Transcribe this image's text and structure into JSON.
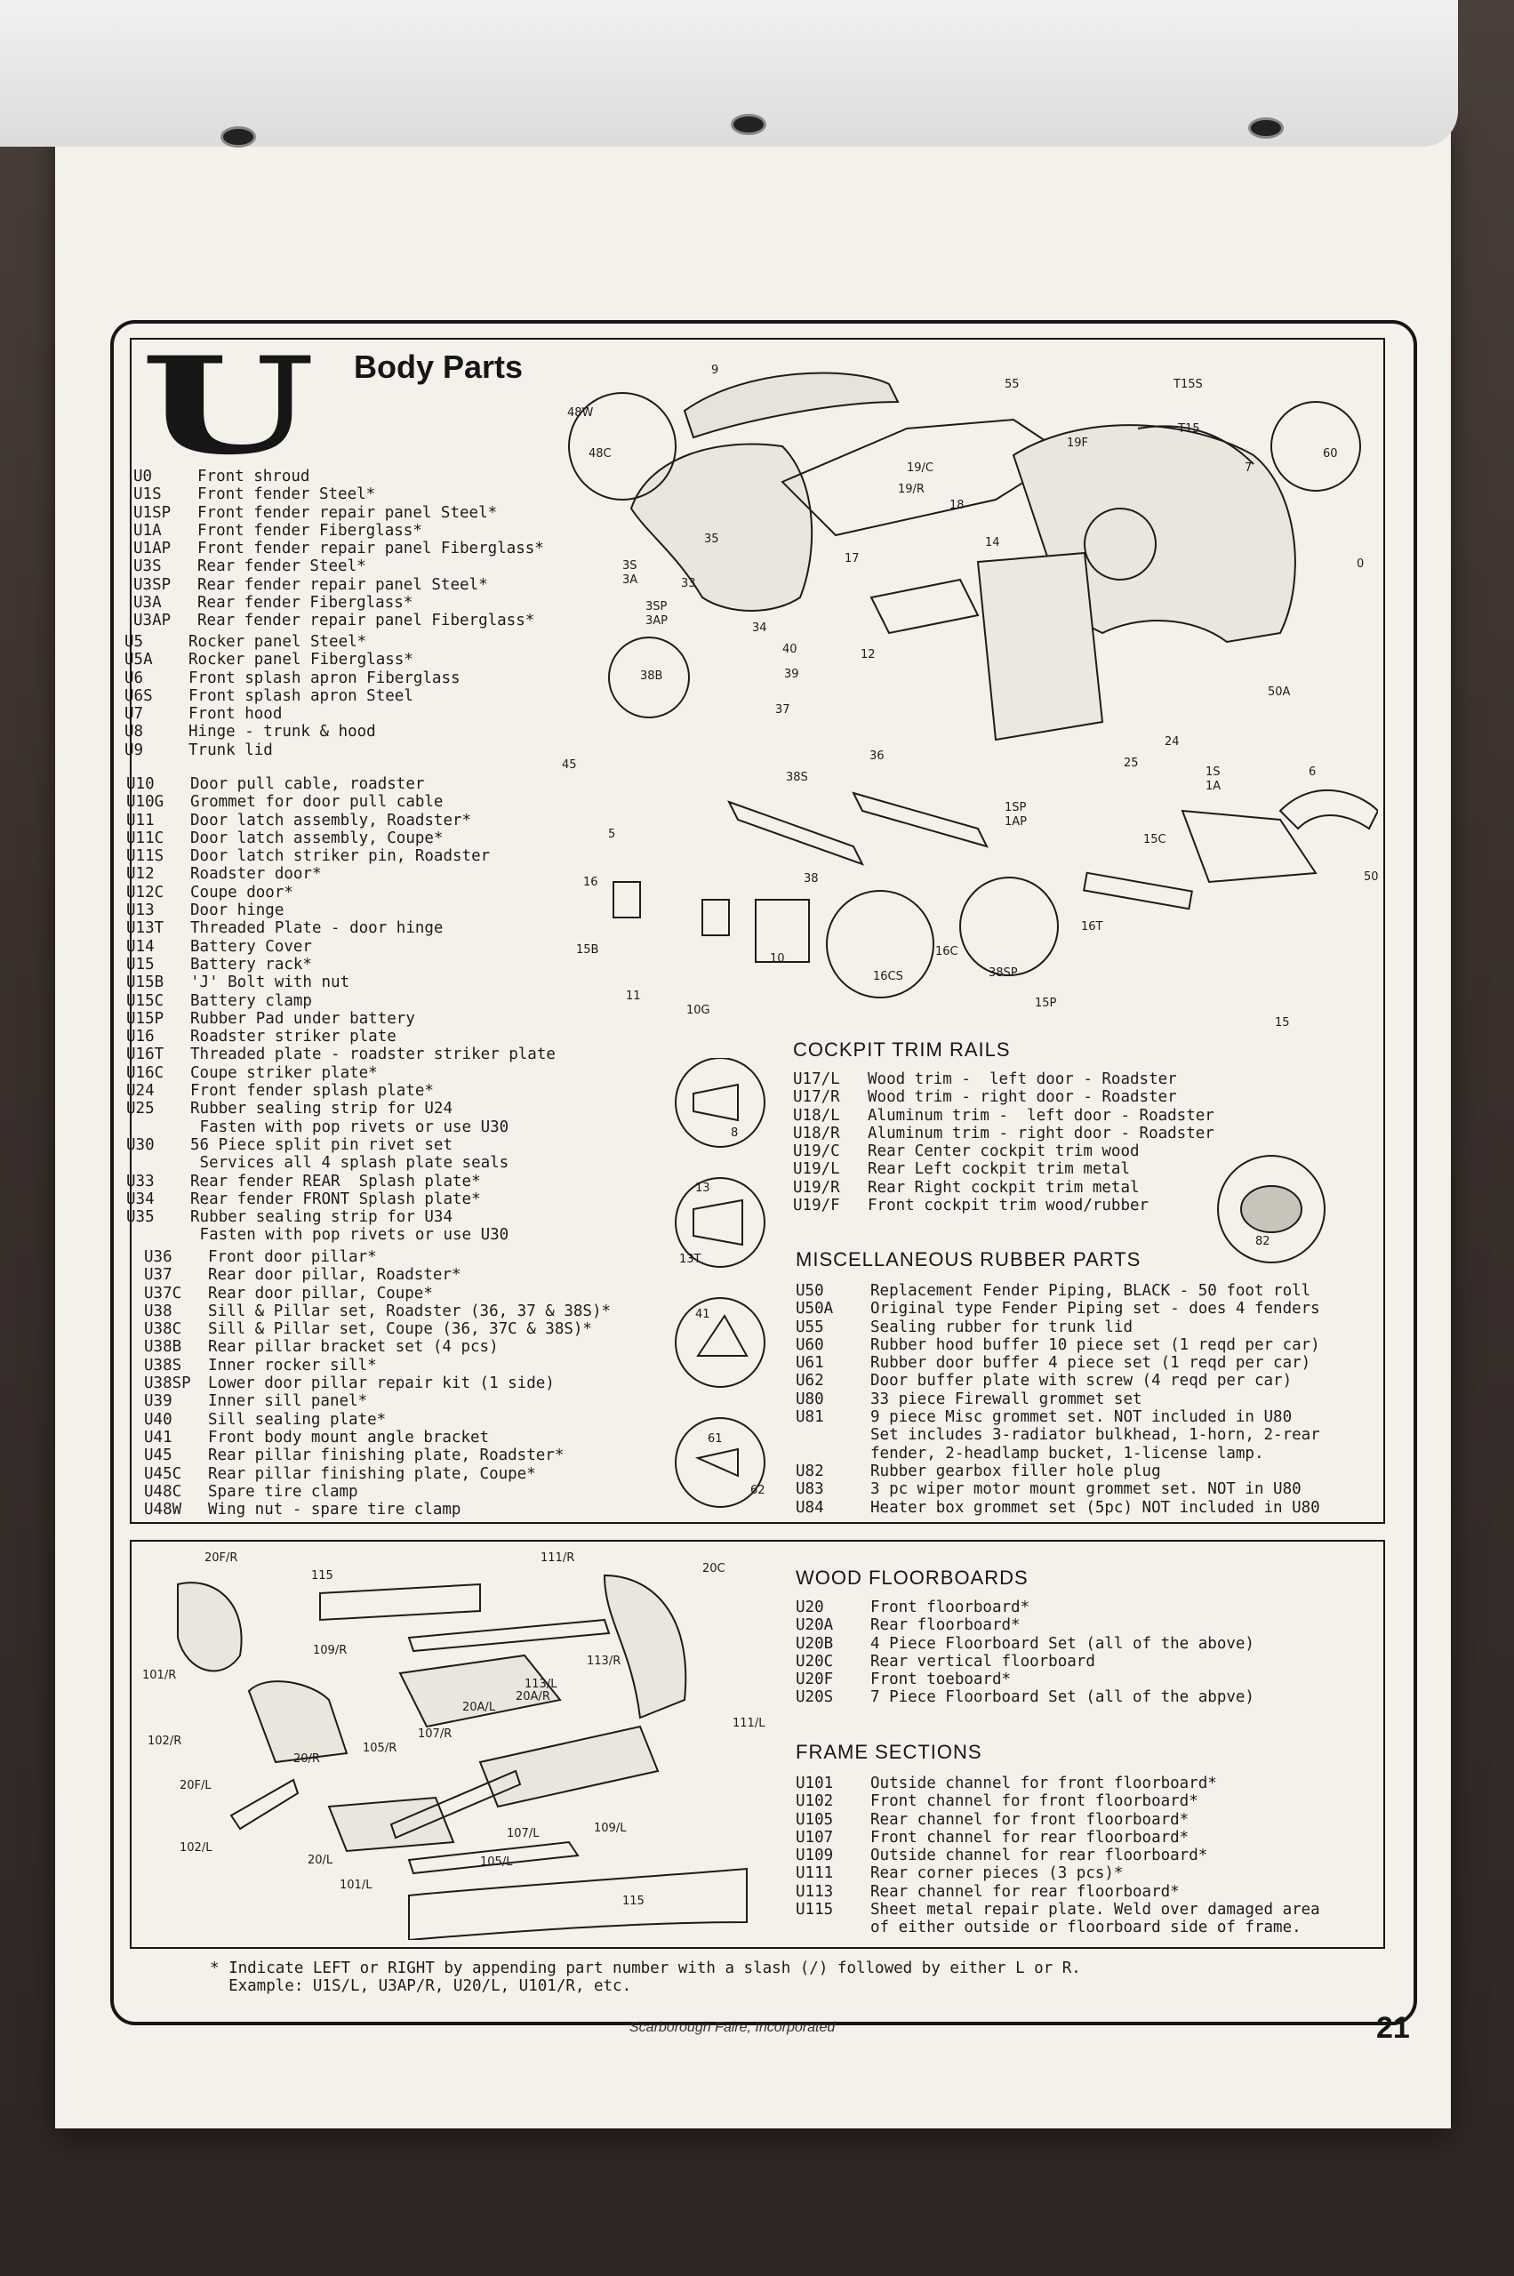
{
  "header": {
    "section_letter": "U",
    "title": "Body Parts"
  },
  "list1": [
    {
      "code": "U0",
      "desc": "Front shroud"
    },
    {
      "code": "U1S",
      "desc": "Front fender Steel*"
    },
    {
      "code": "U1SP",
      "desc": "Front fender repair panel Steel*"
    },
    {
      "code": "U1A",
      "desc": "Front fender Fiberglass*"
    },
    {
      "code": "U1AP",
      "desc": "Front fender repair panel Fiberglass*"
    },
    {
      "code": "U3S",
      "desc": "Rear fender Steel*"
    },
    {
      "code": "U3SP",
      "desc": "Rear fender repair panel Steel*"
    },
    {
      "code": "U3A",
      "desc": "Rear fender Fiberglass*"
    },
    {
      "code": "U3AP",
      "desc": "Rear fender repair panel Fiberglass*"
    }
  ],
  "list2": [
    {
      "code": "U5",
      "desc": "Rocker panel Steel*"
    },
    {
      "code": "U5A",
      "desc": "Rocker panel Fiberglass*"
    },
    {
      "code": "U6",
      "desc": "Front splash apron Fiberglass"
    },
    {
      "code": "U6S",
      "desc": "Front splash apron Steel"
    },
    {
      "code": "U7",
      "desc": "Front hood"
    },
    {
      "code": "U8",
      "desc": "Hinge - trunk & hood"
    },
    {
      "code": "U9",
      "desc": "Trunk lid"
    }
  ],
  "list3": [
    {
      "code": "U10",
      "desc": "Door pull cable, roadster"
    },
    {
      "code": "U10G",
      "desc": "Grommet for door pull cable"
    },
    {
      "code": "U11",
      "desc": "Door latch assembly, Roadster*"
    },
    {
      "code": "U11C",
      "desc": "Door latch assembly, Coupe*"
    },
    {
      "code": "U11S",
      "desc": "Door latch striker pin, Roadster"
    },
    {
      "code": "U12",
      "desc": "Roadster door*"
    },
    {
      "code": "U12C",
      "desc": "Coupe door*"
    },
    {
      "code": "U13",
      "desc": "Door hinge"
    },
    {
      "code": "U13T",
      "desc": "Threaded Plate - door hinge"
    },
    {
      "code": "U14",
      "desc": "Battery Cover"
    },
    {
      "code": "U15",
      "desc": "Battery rack*"
    },
    {
      "code": "U15B",
      "desc": "'J' Bolt with nut"
    },
    {
      "code": "U15C",
      "desc": "Battery clamp"
    },
    {
      "code": "U15P",
      "desc": "Rubber Pad under battery"
    },
    {
      "code": "U16",
      "desc": "Roadster striker plate"
    },
    {
      "code": "U16T",
      "desc": "Threaded plate - roadster striker plate"
    },
    {
      "code": "U16C",
      "desc": "Coupe striker plate*"
    },
    {
      "code": "U24",
      "desc": "Front fender splash plate*"
    },
    {
      "code": "U25",
      "desc": "Rubber sealing strip for U24"
    },
    {
      "code": "",
      "desc": " Fasten with pop rivets or use U30"
    },
    {
      "code": "U30",
      "desc": "56 Piece split pin rivet set"
    },
    {
      "code": "",
      "desc": " Services all 4 splash plate seals"
    },
    {
      "code": "U33",
      "desc": "Rear fender REAR  Splash plate*"
    },
    {
      "code": "U34",
      "desc": "Rear fender FRONT Splash plate*"
    },
    {
      "code": "U35",
      "desc": "Rubber sealing strip for U34"
    },
    {
      "code": "",
      "desc": " Fasten with pop rivets or use U30"
    }
  ],
  "list4": [
    {
      "code": "U36",
      "desc": "Front door pillar*"
    },
    {
      "code": "U37",
      "desc": "Rear door pillar, Roadster*"
    },
    {
      "code": "U37C",
      "desc": "Rear door pillar, Coupe*"
    },
    {
      "code": "U38",
      "desc": "Sill & Pillar set, Roadster (36, 37 & 38S)*"
    },
    {
      "code": "U38C",
      "desc": "Sill & Pillar set, Coupe (36, 37C & 38S)*"
    },
    {
      "code": "U38B",
      "desc": "Rear pillar bracket set (4 pcs)"
    },
    {
      "code": "U38S",
      "desc": "Inner rocker sill*"
    },
    {
      "code": "U38SP",
      "desc": "Lower door pillar repair kit (1 side)"
    },
    {
      "code": "U39",
      "desc": "Inner sill panel*"
    },
    {
      "code": "U40",
      "desc": "Sill sealing plate*"
    },
    {
      "code": "U41",
      "desc": "Front body mount angle bracket"
    },
    {
      "code": "U45",
      "desc": "Rear pillar finishing plate, Roadster*"
    },
    {
      "code": "U45C",
      "desc": "Rear pillar finishing plate, Coupe*"
    },
    {
      "code": "U48C",
      "desc": "Spare tire clamp"
    },
    {
      "code": "U48W",
      "desc": "Wing nut - spare tire clamp"
    }
  ],
  "cockpit": {
    "title": "COCKPIT TRIM RAILS",
    "items": [
      {
        "code": "U17/L",
        "desc": "Wood trim -  left door - Roadster"
      },
      {
        "code": "U17/R",
        "desc": "Wood trim - right door - Roadster"
      },
      {
        "code": "U18/L",
        "desc": "Aluminum trim -  left door - Roadster"
      },
      {
        "code": "U18/R",
        "desc": "Aluminum trim - right door - Roadster"
      },
      {
        "code": "U19/C",
        "desc": "Rear Center cockpit trim wood"
      },
      {
        "code": "U19/L",
        "desc": "Rear Left cockpit trim metal"
      },
      {
        "code": "U19/R",
        "desc": "Rear Right cockpit trim metal"
      },
      {
        "code": "U19/F",
        "desc": "Front cockpit trim wood/rubber"
      }
    ]
  },
  "rubber": {
    "title": "MISCELLANEOUS RUBBER PARTS",
    "items": [
      {
        "code": "U50",
        "desc": "Replacement Fender Piping, BLACK - 50 foot roll"
      },
      {
        "code": "U50A",
        "desc": "Original type Fender Piping set - does 4 fenders"
      },
      {
        "code": "U55",
        "desc": "Sealing rubber for trunk lid"
      },
      {
        "code": "U60",
        "desc": "Rubber hood buffer 10 piece set (1 reqd per car)"
      },
      {
        "code": "U61",
        "desc": "Rubber door buffer 4 piece set (1 reqd per car)"
      },
      {
        "code": "U62",
        "desc": "Door buffer plate with screw (4 reqd per car)"
      },
      {
        "code": "U80",
        "desc": "33 piece Firewall grommet set"
      },
      {
        "code": "U81",
        "desc": "9 piece Misc grommet set. NOT included in U80"
      },
      {
        "code": "",
        "desc": "Set includes 3-radiator bulkhead, 1-horn, 2-rear"
      },
      {
        "code": "",
        "desc": "fender, 2-headlamp bucket, 1-license lamp."
      },
      {
        "code": "U82",
        "desc": "Rubber gearbox filler hole plug"
      },
      {
        "code": "U83",
        "desc": "3 pc wiper motor mount grommet set. NOT in U80"
      },
      {
        "code": "U84",
        "desc": "Heater box grommet set (5pc) NOT included in U80"
      }
    ]
  },
  "wood": {
    "title": "WOOD FLOORBOARDS",
    "items": [
      {
        "code": "U20",
        "desc": "Front floorboard*"
      },
      {
        "code": "U20A",
        "desc": "Rear floorboard*"
      },
      {
        "code": "U20B",
        "desc": "4 Piece Floorboard Set (all of the above)"
      },
      {
        "code": "U20C",
        "desc": "Rear vertical floorboard"
      },
      {
        "code": "U20F",
        "desc": "Front toeboard*"
      },
      {
        "code": "U20S",
        "desc": "7 Piece Floorboard Set (all of the abpve)"
      }
    ]
  },
  "frame": {
    "title": "FRAME SECTIONS",
    "items": [
      {
        "code": "U101",
        "desc": "Outside channel for front floorboard*"
      },
      {
        "code": "U102",
        "desc": "Front channel for front floorboard*"
      },
      {
        "code": "U105",
        "desc": "Rear channel for front floorboard*"
      },
      {
        "code": "U107",
        "desc": "Front channel for rear floorboard*"
      },
      {
        "code": "U109",
        "desc": "Outside channel for rear floorboard*"
      },
      {
        "code": "U111",
        "desc": "Rear corner pieces (3 pcs)*"
      },
      {
        "code": "U113",
        "desc": "Rear channel for rear floorboard*"
      },
      {
        "code": "U115",
        "desc": "Sheet metal repair plate. Weld over damaged area"
      },
      {
        "code": "",
        "desc": "of either outside or floorboard side of frame."
      }
    ]
  },
  "footnote": {
    "line1": "* Indicate LEFT or RIGHT by appending part number with a slash (/) followed by either L or R.",
    "line2": "  Example: U1S/L, U3AP/R, U20/L, U101/R, etc."
  },
  "footer": {
    "company": "Scarborough Faire, Incorporated",
    "page_number": "21"
  },
  "diagram_labels": {
    "top": [
      "9",
      "55",
      "T15S",
      "T15",
      "48W",
      "48C",
      "19F",
      "19/C",
      "19/R",
      "18",
      "7",
      "60",
      "35",
      "14",
      "17",
      "0",
      "3S",
      "3A",
      "33",
      "3SP",
      "3AP",
      "34",
      "40",
      "12",
      "39",
      "38B",
      "37",
      "50A",
      "36",
      "25",
      "24",
      "1S",
      "1A",
      "6",
      "45",
      "38S",
      "1SP",
      "1AP",
      "5",
      "38",
      "50",
      "15C",
      "16",
      "16T",
      "15B",
      "10",
      "11",
      "10G",
      "16C",
      "16CS",
      "38SP",
      "15P",
      "15"
    ],
    "small": [
      "8",
      "13",
      "13T",
      "41",
      "61",
      "62",
      "82"
    ],
    "floor": [
      "20F/R",
      "115",
      "111/R",
      "20C",
      "109/R",
      "113/R",
      "101/R",
      "113/L",
      "20A/R",
      "20A/L",
      "111/L",
      "107/R",
      "102/R",
      "105/R",
      "20/R",
      "20F/L",
      "107/L",
      "109/L",
      "102/L",
      "20/L",
      "105/L",
      "101/L",
      "115"
    ]
  }
}
